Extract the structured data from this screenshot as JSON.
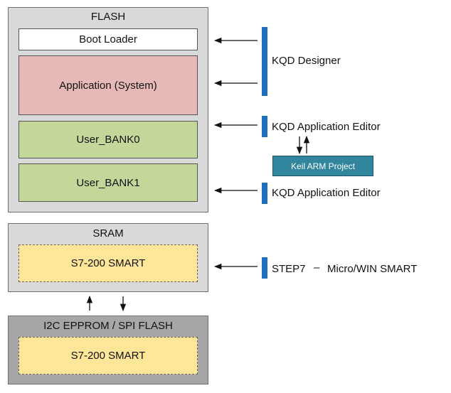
{
  "flash": {
    "title": "FLASH",
    "boot_loader": "Boot Loader",
    "application": "Application (System)",
    "user_bank0": "User_BANK0",
    "user_bank1": "User_BANK1"
  },
  "sram": {
    "title": "SRAM",
    "block": "S7-200 SMART"
  },
  "eeprom": {
    "title": "I2C EPPROM / SPI FLASH",
    "block": "S7-200 SMART"
  },
  "tools": {
    "kqd_designer": "KQD Designer",
    "kqd_app_editor_1": "KQD Application Editor",
    "kqd_app_editor_2": "KQD Application Editor",
    "keil_project": "Keil ARM Project",
    "step7": "STEP7",
    "step7_dash": "–",
    "microwin": "Micro/WIN SMART"
  },
  "colors": {
    "panel_gray": "#d9d9d9",
    "panel_dark": "#a6a6a6",
    "application_red": "#e6b8b7",
    "user_bank_green": "#c4d79b",
    "s7_yellow": "#ffe699",
    "bar_blue": "#1f6fbf",
    "keil_teal": "#31859c"
  }
}
